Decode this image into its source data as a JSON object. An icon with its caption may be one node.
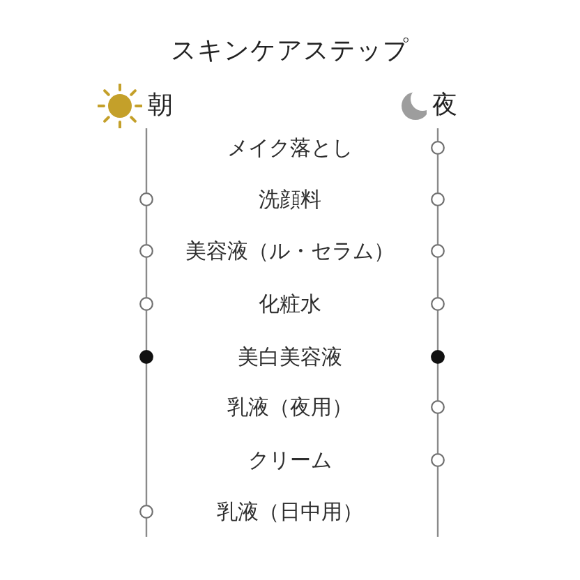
{
  "diagram": {
    "title": "スキンケアステップ",
    "nodes": [
      {
        "text": [
          "朝"
        ]
      },
      {
        "text": [
          "夜"
        ]
      },
      {
        "text": [
          "メイク落とし"
        ]
      },
      {
        "text": [],
        "shape": "circle"
      },
      {
        "text": [],
        "shape": "circle"
      },
      {
        "text": [
          "洗顔料"
        ]
      },
      {
        "text": [],
        "shape": "circle"
      },
      {
        "text": [],
        "shape": "circle"
      },
      {
        "text": [
          "美容液（ル・セラム）"
        ]
      },
      {
        "text": [],
        "shape": "circle"
      },
      {
        "text": [],
        "shape": "circle"
      },
      {
        "text": [
          "化粧水"
        ]
      },
      {
        "text": [],
        "shape": "circle"
      },
      {
        "text": [],
        "shape": "dot"
      },
      {
        "text": [
          "美白美容液"
        ]
      },
      {
        "text": [],
        "shape": "dot"
      },
      {
        "text": [
          "乳液（夜用）"
        ]
      },
      {
        "text": [],
        "shape": "circle"
      },
      {
        "text": [
          "クリーム"
        ]
      },
      {
        "text": [],
        "shape": "circle"
      },
      {
        "text": [],
        "shape": "circle"
      },
      {
        "text": [
          "乳液（日中用）"
        ]
      }
    ],
    "edges": [
      {
        "from": 0,
        "to": 4,
        "arrow": "none"
      },
      {
        "from": 4,
        "to": 7,
        "arrow": "none"
      },
      {
        "from": 7,
        "to": 10,
        "arrow": "none"
      },
      {
        "from": 10,
        "to": 13,
        "arrow": "none"
      },
      {
        "from": 13,
        "to": 20,
        "arrow": "none"
      },
      {
        "from": 20,
        "to": null,
        "arrow": "none"
      },
      {
        "from": 1,
        "to": 3,
        "arrow": "none"
      },
      {
        "from": 3,
        "to": 6,
        "arrow": "none"
      },
      {
        "from": 6,
        "to": 9,
        "arrow": "none"
      },
      {
        "from": 9,
        "to": 12,
        "arrow": "none"
      },
      {
        "from": 12,
        "to": 15,
        "arrow": "none"
      },
      {
        "from": 15,
        "to": 17,
        "arrow": "none"
      },
      {
        "from": 17,
        "to": 19,
        "arrow": "none"
      },
      {
        "from": 19,
        "to": null,
        "arrow": "none"
      }
    ]
  }
}
